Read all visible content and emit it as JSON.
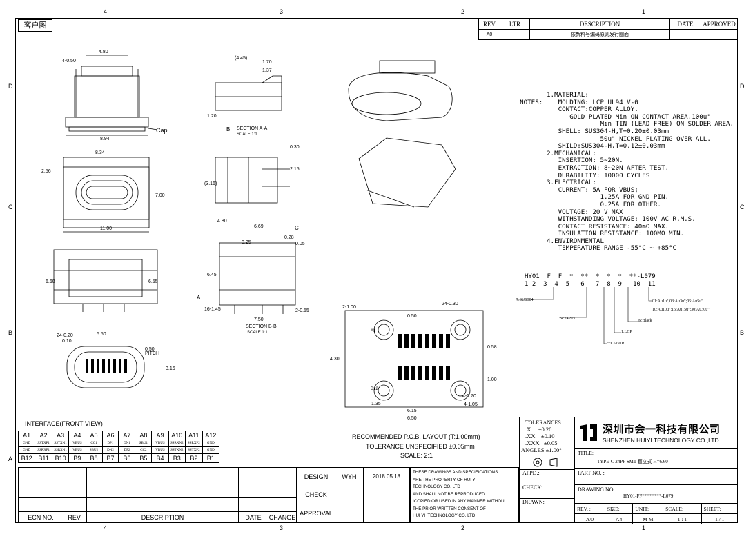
{
  "zones_top": [
    "4",
    "3",
    "2",
    "1"
  ],
  "zones_side": [
    "D",
    "C",
    "B",
    "A"
  ],
  "customer_label": "客户图",
  "revision": {
    "headers": [
      "REV",
      "LTR",
      "DESCRIPTION",
      "DATE",
      "APPROVED"
    ],
    "row": [
      "A0",
      "",
      "依新料号编码原则发行图面",
      "",
      ""
    ]
  },
  "notes": {
    "label": "NOTES:",
    "lines": [
      "1.MATERIAL:",
      "   MOLDING: LCP UL94 V-0",
      "   CONTACT:COPPER ALLOY.",
      "      GOLD PLATED Min ON CONTACT AREA,100u\"",
      "              Min TIN (LEAD FREE) ON SOLDER AREA,",
      "   SHELL: SUS304-H,T=0.20±0.03mm",
      "              50u\" NICKEL PLATING OVER ALL.",
      "   SHILD:SUS304-H,T=0.12±0.03mm",
      "2.MECHANICAL:",
      "   INSERTION: 5~20N.",
      "   EXTRACTION: 8~20N AFTER TEST.",
      "   DURABILITY: 10000 CYCLES",
      "3.ELECTRICAL:",
      "   CURRENT: 5A FOR VBUS;",
      "              1.25A FOR GND PIN.",
      "              0.25A FOR OTHER.",
      "   VOLTAGE: 20 V MAX",
      "   WITHSTANDING VOLTAGE: 100V AC R.M.S.",
      "   CONTACT RESISTANCE: 40mΩ MAX.",
      "   INSULATION RESISTANCE: 100MΩ MIN.",
      "4.ENVIRONMENTAL",
      "   TEMPERATURE RANGE -55°C ~ +85°C"
    ]
  },
  "part_code": {
    "code": "HY01  F  F  *  **  *  *  *  **-L079",
    "positions": "1 2  3  4  5   6   7  8  9   10  11",
    "legend": [
      "7:SUS304",
      "24:24PIN",
      "01:Au1u\";03:Au3u\";05:Au5u\"",
      "10:Au10u\";15:Au15u\";30:Au30u\"",
      "B:Black",
      "1:LCP",
      "5:C5191R"
    ]
  },
  "views": {
    "section_aa": "SECTION A-A",
    "section_aa_scale": "SCALE 1:1",
    "section_bb": "SECTION B-B",
    "section_bb_scale": "SCALE 1:1",
    "cap": "Cap",
    "dims": [
      "4.80",
      "4-0.50",
      "8.94",
      "8.34",
      "2.56",
      "7.00",
      "11.00",
      "6.60",
      "6.55",
      "5.50",
      "24-0.20",
      "0.10",
      "0.50",
      "PITCH",
      "3.16",
      "(4.45)",
      "1.70",
      "1.37",
      "1.20",
      "(3.16)",
      "0.30",
      "2.15",
      "4.80",
      "6.69",
      "0.25",
      "0.28",
      "0.05",
      "7.50",
      "6.45",
      "16-1.45",
      "2-0.55",
      "24-0.30",
      "2-1.00",
      "0.50",
      "4.30",
      "0.58",
      "1.00",
      "1.35",
      "6.15",
      "6.50",
      "4-0.70",
      "4-1.05",
      "A",
      "B",
      "C"
    ]
  },
  "pcb": {
    "title": "RECOMMENDED  P.C.B. LAYOUT (T:1.00mm)",
    "tolerance": "TOLERANCE UNSPECIFIED ±0.05mm",
    "scale": "SCALE: 2:1",
    "row_top": "A1",
    "row_bottom": "B12"
  },
  "interface": {
    "title": "INTERFACE(FRONT VIEW)",
    "row_a": [
      "A1",
      "A2",
      "A3",
      "A4",
      "A5",
      "A6",
      "A7",
      "A8",
      "A9",
      "A10",
      "A11",
      "A12"
    ],
    "sig_a": [
      "GND",
      "SSTXP1",
      "SSTXN1",
      "VBUS",
      "CC1",
      "DP1",
      "DN1",
      "SBU1",
      "VBUS",
      "SSRXN2",
      "SSRXP2",
      "GND"
    ],
    "sig_b": [
      "GND",
      "SSRXP1",
      "SSRXN1",
      "VBUS",
      "SBU2",
      "DN2",
      "DP2",
      "CC2",
      "VBUS",
      "SSTXN2",
      "SSTXP2",
      "GND"
    ],
    "row_b": [
      "B12",
      "B11",
      "B10",
      "B9",
      "B8",
      "B7",
      "B6",
      "B5",
      "B4",
      "B3",
      "B2",
      "B1"
    ]
  },
  "title_block": {
    "ecn": "ECN NO.",
    "rev": "REV.",
    "description": "DESCRIPTION",
    "date": "DATE",
    "change": "CHANGE",
    "design": "DESIGN",
    "design_name": "WYH",
    "design_date": "2018.05.18",
    "check": "CHECK",
    "approval": "APPROVAL",
    "notice": "THESE DRAWINGS AND SPECIFICATIONS\nARE THE PROPERTY OF HUI YI\nTECHNOLOGY CO. LTD\nAND SHALL NOT BE REPRODUCED\nICOPIED OR USED IN ANY MANNER WITHOU\nTHE PRIOR WRITTEN CONSENT OF\nHUI YI  TECHNOLOGY CO. LTD",
    "tolerances": "TOLERANCES",
    "tol_rows": [
      ".X     ±0.20",
      ".XX    ±0.10",
      ".XXX   ±0.05",
      "ANGLES ±1.00°"
    ],
    "appd": "APPD.:",
    "checkd": "CHECK:",
    "drawn": "DRAWN:",
    "company_cn": "深圳市会一科技有限公司",
    "company_en": "SHENZHEN HUIYI TECHNOLOGY CO.,LTD.",
    "title_label": "TITLE:",
    "title_value": "TYPE-C 24PF SMT 直立式 H=6.60",
    "part_no": "PART NO. :",
    "drawing_no": "DRAWING NO. :",
    "drawing_value": "HY01-FF********-L079",
    "rev_label": "REV. :",
    "rev_value": "A/0",
    "size_label": "SIZE:",
    "size_value": "A4",
    "unit_label": "UNIT:",
    "unit_value": "M M",
    "scale_label": "SCALE:",
    "scale_value": "1 : 1",
    "sheet_label": "SHEET:",
    "sheet_value": "1 / 1"
  }
}
